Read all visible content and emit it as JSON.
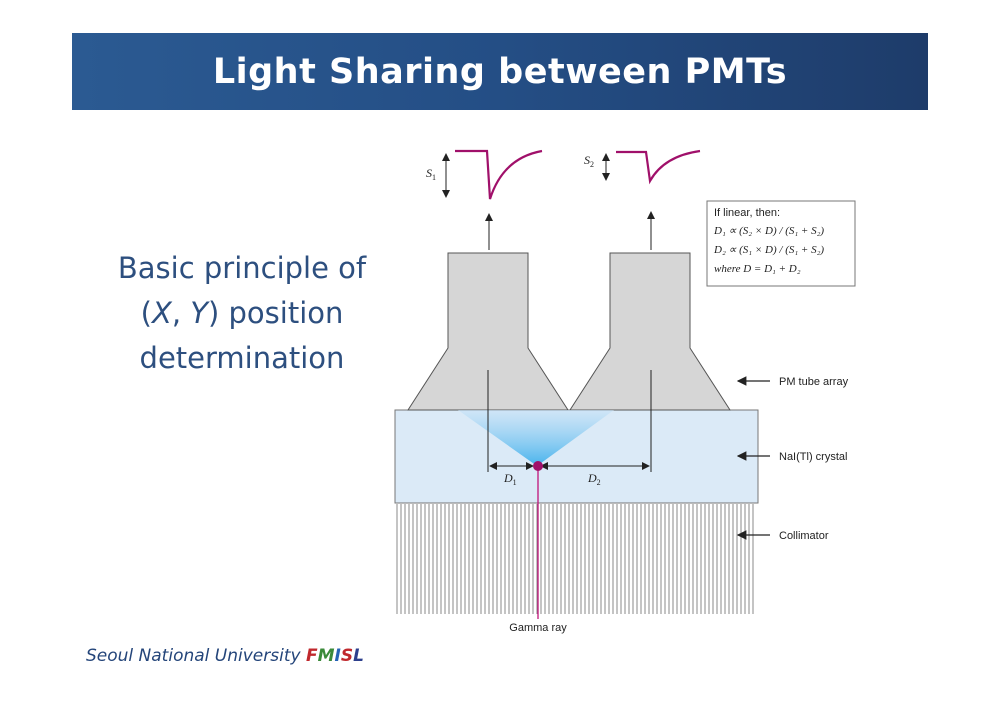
{
  "title": "Light Sharing between PMTs",
  "left_text": {
    "line1": "Basic principle of",
    "line2_open": "(",
    "line2_x": "X",
    "line2_sep": ", ",
    "line2_y": "Y",
    "line2_rest": ") position",
    "line3": "determination"
  },
  "footer": {
    "university": "Seoul National University ",
    "logo_f": "F",
    "logo_m": "M",
    "logo_i": "I",
    "logo_s": "S",
    "logo_l": "L"
  },
  "diagram": {
    "signal_1_letter": "S",
    "signal_1_sub": "1",
    "signal_2_letter": "S",
    "signal_2_sub": "2",
    "formula_box": {
      "line1": "If linear, then:",
      "line2": "D₁ ∝ (S₂ × D) / (S₁ + S₂)",
      "line3": "D₂ ∝ (S₁ × D) / (S₁ + S₂)",
      "line4": "where D = D₁ + D₂"
    },
    "labels": {
      "pm_tube_array": "PM tube array",
      "crystal": "NaI(Tl) crystal",
      "collimator": "Collimator",
      "gamma_ray": "Gamma ray"
    },
    "d1_letter": "D",
    "d1_sub": "1",
    "d2_letter": "D",
    "d2_sub": "2"
  },
  "colors": {
    "title_bar": "#244e85",
    "title_text": "#ffffff",
    "body_text": "#2d4f7f",
    "signal_pulse": "#a0106a",
    "gamma_ray": "#c0147a",
    "pmt_fill": "#d6d6d6",
    "crystal_fill": "#dbeaf7",
    "logo_f": "#c0282d",
    "logo_m": "#3b8a3a",
    "logo_i": "#2563b5",
    "logo_s": "#c0282d",
    "logo_l": "#2d3f8c"
  }
}
